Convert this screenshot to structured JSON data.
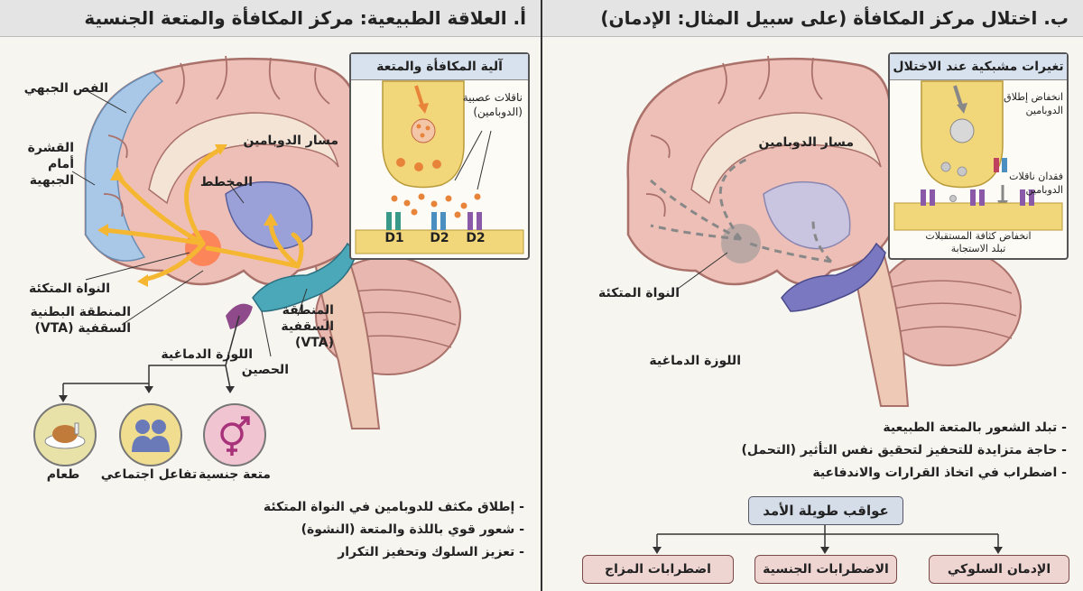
{
  "left": {
    "title": "أ. العلاقة الطبيعية: مركز المكافأة والمتعة الجنسية",
    "labels": {
      "frontal_lobe": "الفص الجبهي",
      "prefrontal_1": "القشرة",
      "prefrontal_2": "أمام",
      "prefrontal_3": "الجبهية",
      "dopamine_path": "مسار الدوبامين",
      "striatum": "المخطط",
      "nucleus_accumbens": "النواة المتكئة",
      "vta_left_1": "المنطقة البطنية",
      "vta_left_2": "السقفية (VTA)",
      "vta_right_1": "المنطقة",
      "vta_right_2": "السقفية",
      "vta_right_3": "(VTA)",
      "amygdala": "اللوزة الدماغية",
      "hippocampus": "الحصين"
    },
    "inset": {
      "title": "آلية المكافأة والمتعة",
      "nt_1": "ناقلات عصبية",
      "nt_2": "(الدوبامين)",
      "receptors": [
        "D1",
        "D2",
        "D2"
      ]
    },
    "stimuli": [
      {
        "label": "طعام",
        "icon": "food-icon",
        "color": "#e8e2a8"
      },
      {
        "label": "تفاعل اجتماعي",
        "icon": "social-icon",
        "color": "#f0dd90"
      },
      {
        "label": "متعة جنسية",
        "icon": "gender-icon",
        "color": "#f1c4d2"
      }
    ],
    "bullets": [
      "- إطلاق مكثف للدوبامين في النواة المتكئة",
      "- شعور قوي باللذة والمتعة (النشوة)",
      "- تعزيز السلوك وتحفيز التكرار"
    ]
  },
  "right": {
    "title": "ب. اختلال مركز المكافأة (على سبيل المثال: الإدمان)",
    "labels": {
      "dopamine_path": "مسار الدوبامين",
      "nucleus_accumbens": "النواة المتكئة",
      "amygdala": "اللوزة الدماغية"
    },
    "inset": {
      "title": "تغيرات مشبكية عند الاختلال",
      "reduced_release_1": "انخفاض إطلاق",
      "reduced_release_2": "الدوبامين",
      "loss_1": "فقدان ناقلات",
      "loss_2": "الدوبامين",
      "density_1": "انخفاض كثافة المستقبلات",
      "density_2": "تبلد الاستجابة"
    },
    "bullets": [
      "- تبلد الشعور بالمتعة الطبيعية",
      "- حاجة متزايدة للتحفيز لتحقيق نفس التأثير (التحمل)",
      "- اضطراب في اتخاذ القرارات والاندفاعية"
    ],
    "consequences_title": "عواقب طويلة الأمد",
    "consequences": [
      "الإدمان السلوكي",
      "الاضطرابات الجنسية",
      "اضطرابات المزاج"
    ]
  },
  "colors": {
    "brain": "#eebfb6",
    "prefrontal": "#a9c7e6",
    "dopamine": "#f5b731",
    "vta": "#4aa8b8",
    "synapse": "#f2d77a",
    "receptor_d1": "#3a9a8a",
    "receptor_d2": "#4a8fc0",
    "receptor_d2b": "#8a5aa8"
  }
}
